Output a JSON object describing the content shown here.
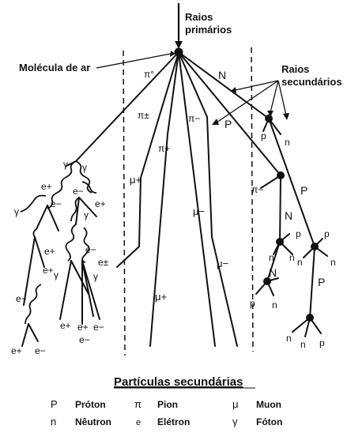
{
  "labels": {
    "primary_rays": [
      "Raios",
      "primários"
    ],
    "air_molecule": "Molécula de ar",
    "secondary_rays": [
      "Raios",
      "secundários"
    ]
  },
  "particles": {
    "pi0": "π°",
    "pi_pm_1": "π±",
    "pi_plus_1": "π+",
    "pi_minus_1": "π−",
    "mu_plus_1": "μ+",
    "mu_minus_1": "μ−",
    "mu_minus_2": "μ−",
    "mu_plus_2": "μ+",
    "pi_minus_2": "π−",
    "N1": "N",
    "P1": "P",
    "p_small_1": "p",
    "n_small_1": "n",
    "N2": "N",
    "P2": "P",
    "p_small_2": "p",
    "n_small_2": "n",
    "n_small_3": "n",
    "N3": "N",
    "p_small_3": "p",
    "n_small_4": "n",
    "P3": "P",
    "p_small_4": "p",
    "n_small_5": "n",
    "n_small_6": "n",
    "p_small_5": "p",
    "e_plus_1": "e+",
    "gamma_1": "γ",
    "gamma_2": "γ",
    "e_minus_1": "e−",
    "e_minus_2": "e−",
    "e_plus_2": "e+",
    "gamma_3": "γ",
    "gamma_4": "γ",
    "e_plus_3": "e+",
    "e_minus_3": "e−",
    "e_pm": "e±",
    "gamma_5": "γ",
    "e_minus_4": "e−",
    "e_plus_4": "e+",
    "gamma_6": "γ",
    "e_plus_5": "e+",
    "e_plus_6": "e+",
    "e_minus_5": "e−",
    "e_minus_6": "e−",
    "e_plus_7": "e+",
    "e_minus_7": "e−"
  },
  "legend": {
    "title": "Partículas secundárias",
    "rows": [
      [
        {
          "symbol": "P",
          "name": "Próton"
        },
        {
          "symbol": "π",
          "name": "Pion"
        },
        {
          "symbol": "μ",
          "name": "Muon"
        }
      ],
      [
        {
          "symbol": "n",
          "name": "Nêutron"
        },
        {
          "symbol": "e",
          "name": "Elétron"
        },
        {
          "symbol": "γ",
          "name": "Fóton"
        }
      ]
    ]
  },
  "colors": {
    "ink": "#111111"
  }
}
